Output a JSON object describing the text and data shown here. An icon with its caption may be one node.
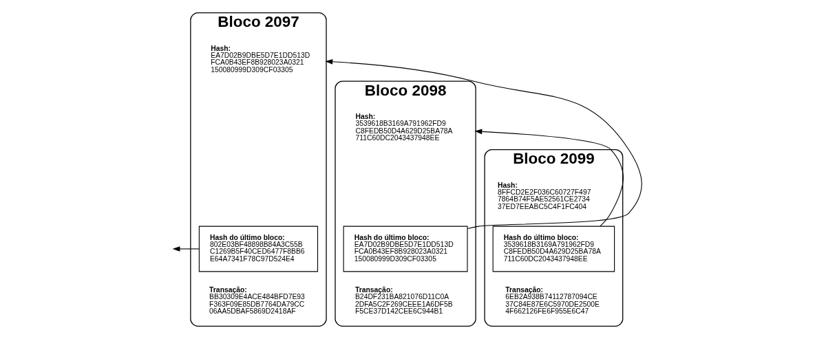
{
  "diagram": {
    "nodes": [
      {
        "text": [
          "Bloco 2097",
          "Hash:",
          "EA7D02B9DBE5D7E1DD513DFCA0B43EF8B928023A0321150080999D309CF03305",
          "Transação:",
          "BB30309E4ACE484BFD7E93F363F09E85DB7764DA79CC06AA5DBAF5869D2418AF"
        ]
      },
      {
        "text": [
          "Hash do último bloco:",
          "802E03BF48898B84A3C55BC1269B5F40CED6477F8BB6E64A7341F78C97D524E4"
        ],
        "in": 0
      },
      {
        "text": [
          "Bloco 2098",
          "Hash:",
          "3539618B3169A791962FD9C8FEDB50D4A629D25BA78A711C60DC2043437948EE",
          "Transação:",
          "B24DF231BA821076D11C0A2DFA5C2F269CEEE1A6DF5BF5CE37D142CEE6C944B1"
        ]
      },
      {
        "text": [
          "Hash do último bloco:",
          "EA7D02B9DBE5D7E1DD513DFCA0B43EF8B928023A0321150080999D309CF03305"
        ],
        "in": 2
      },
      {
        "text": [
          "Bloco 2099",
          "Hash:",
          "8FFCD2E2F036C60727F4977864B74F5AE52561CE273437ED7EEABC5C4F1FC404",
          "Transação:",
          "6EB2A938B74112787094CE37C84E87E6C5970DE2500E4F662126FE6F955E6C47"
        ]
      },
      {
        "text": [
          "Hash do último bloco:",
          "3539618B3169A791962FD9C8FEDB50D4A629D25BA78A711C60DC2043437948EE"
        ],
        "in": 4
      }
    ],
    "edges": [
      {
        "from": 5,
        "to": 2,
        "arrow": "to"
      },
      {
        "from": 3,
        "to": 0,
        "arrow": "to"
      },
      {
        "from": 1,
        "to": null,
        "arrow": "to"
      }
    ]
  }
}
